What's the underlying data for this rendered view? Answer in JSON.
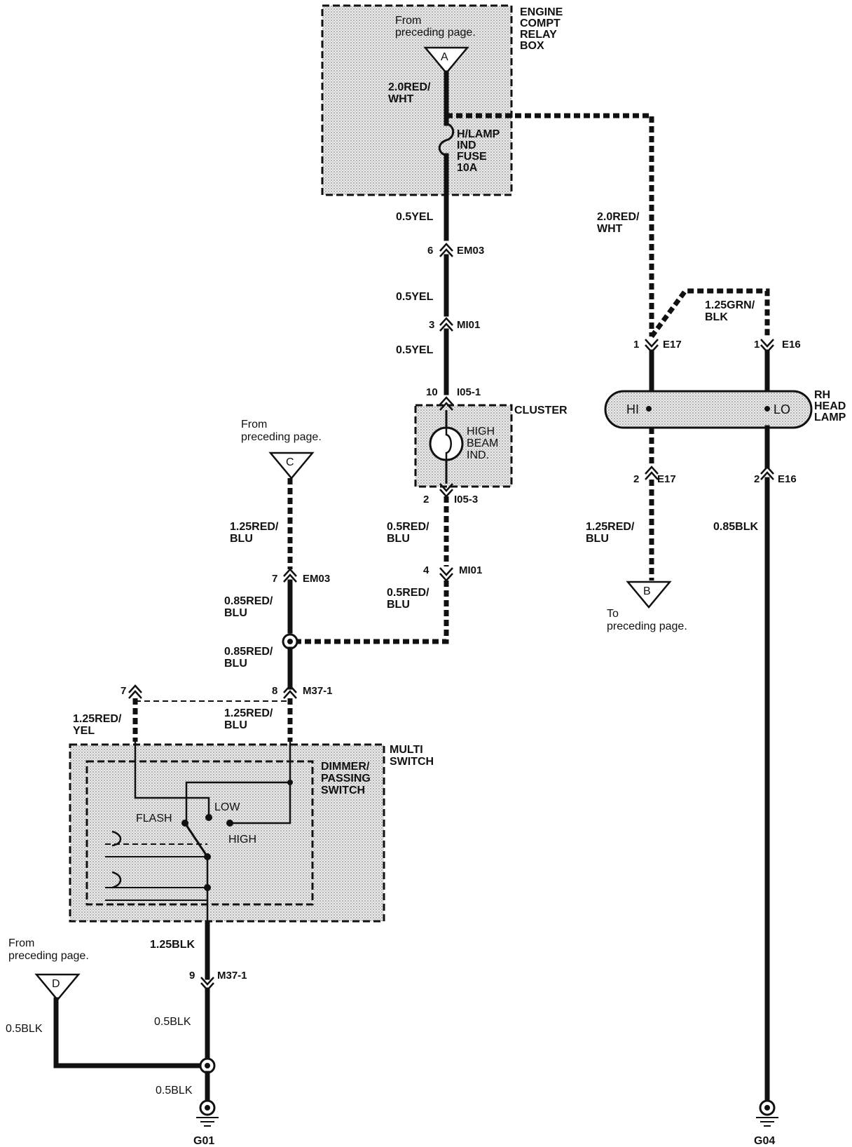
{
  "components": {
    "relay_box": "ENGINE\nCOMPT\nRELAY\nBOX",
    "fuse": "H/LAMP\nIND\nFUSE\n10A",
    "cluster": "CLUSTER",
    "high_beam_ind": "HIGH\nBEAM\nIND.",
    "head_lamp": "RH\nHEAD\nLAMP",
    "lamp_hi": "HI",
    "lamp_lo": "LO",
    "multi_switch": "MULTI\nSWITCH",
    "dimmer_switch": "DIMMER/\nPASSING\nSWITCH",
    "switch_flash": "FLASH",
    "switch_low": "LOW",
    "switch_high": "HIGH"
  },
  "page_refs": {
    "A": {
      "letter": "A",
      "note": "From\npreceding page."
    },
    "B": {
      "letter": "B",
      "note": "To\npreceding page."
    },
    "C": {
      "letter": "C",
      "note": "From\npreceding page."
    },
    "D": {
      "letter": "D",
      "note": "From\npreceding page."
    }
  },
  "wires": {
    "a_out": "2.0RED/\nWHT",
    "fuse_out": "0.5YEL",
    "em03_out": "0.5YEL",
    "mi01_out": "0.5YEL",
    "rh_feed": "2.0RED/\nWHT",
    "lo_feed": "1.25GRN/\nBLK",
    "hi_out": "1.25RED/\nBLU",
    "lo_out": "0.85BLK",
    "cluster_out": "0.5RED/\nBLU",
    "mi01_b": "0.5RED/\nBLU",
    "c_out": "1.25RED/\nBLU",
    "em03_b": "0.85RED/\nBLU",
    "splice_out": "0.85RED/\nBLU",
    "m371_8": "1.25RED/\nBLU",
    "m371_7": "1.25RED/\nYEL",
    "sw_gnd": "1.25BLK",
    "m371_9": "0.5BLK",
    "d_out": "0.5BLK",
    "g01_wire": "0.5BLK"
  },
  "connectors": {
    "em03_6": {
      "pin": "6",
      "id": "EM03"
    },
    "mi01_3": {
      "pin": "3",
      "id": "MI01"
    },
    "i05_10": {
      "pin": "10",
      "id": "I05-1"
    },
    "i05_2": {
      "pin": "2",
      "id": "I05-3"
    },
    "mi01_4": {
      "pin": "4",
      "id": "MI01"
    },
    "em03_7": {
      "pin": "7",
      "id": "EM03"
    },
    "m371_8": {
      "pin": "8",
      "id": "M37-1"
    },
    "m371_7": {
      "pin": "7",
      "id": ""
    },
    "m371_9": {
      "pin": "9",
      "id": "M37-1"
    },
    "e17_1": {
      "pin": "1",
      "id": "E17"
    },
    "e16_1": {
      "pin": "1",
      "id": "E16"
    },
    "e17_2": {
      "pin": "2",
      "id": "E17"
    },
    "e16_2": {
      "pin": "2",
      "id": "E16"
    }
  },
  "grounds": {
    "g01": "G01",
    "g04": "G04"
  }
}
